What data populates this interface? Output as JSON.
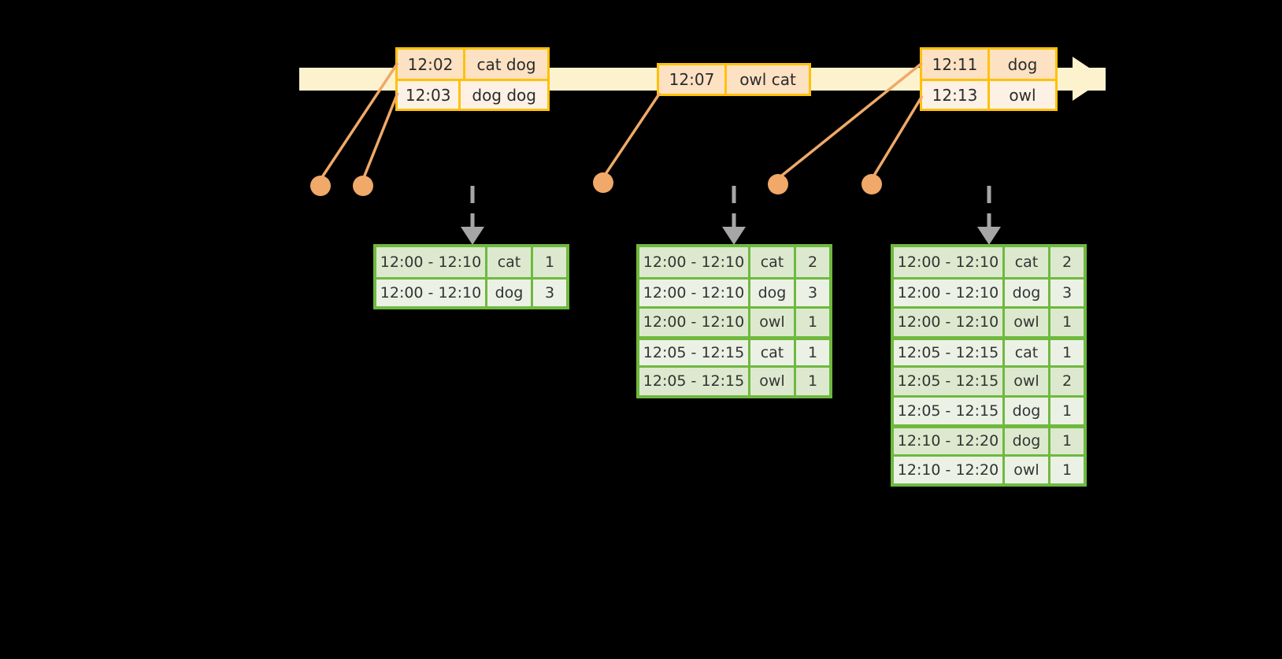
{
  "diagram": {
    "title": "sliding-window-aggregation-diagram",
    "colors": {
      "background": "#000000",
      "timeline_fill": "#FDF2CE",
      "event_border": "#FFC107",
      "event_shade_dark": "#FDE1C3",
      "event_shade_light": "#FDF1E5",
      "connector": "#F0A968",
      "arrow_gray": "#A6A6A6",
      "table_border": "#6FB93F",
      "table_shade_dark": "#DCE9CE",
      "table_shade_light": "#ECF1E6",
      "text": "#333333"
    }
  },
  "timeline": {
    "name": "event-timeline",
    "arrowhead": "timeline-arrowhead-right",
    "event_groups": [
      {
        "name": "event-group-1",
        "events": [
          {
            "time": "12:02",
            "words": "cat dog"
          },
          {
            "time": "12:03",
            "words": "dog dog"
          }
        ]
      },
      {
        "name": "event-group-2",
        "events": [
          {
            "time": "12:07",
            "words": "owl cat"
          }
        ]
      },
      {
        "name": "event-group-3",
        "events": [
          {
            "time": "12:11",
            "words": "dog"
          },
          {
            "time": "12:13",
            "words": "owl"
          }
        ]
      }
    ]
  },
  "connector_dots": [
    {
      "name": "connector-dot-1202"
    },
    {
      "name": "connector-dot-1203"
    },
    {
      "name": "connector-dot-1207"
    },
    {
      "name": "connector-dot-1211"
    },
    {
      "name": "connector-dot-1213"
    }
  ],
  "flow_arrows": [
    {
      "name": "flow-arrow-to-table-1"
    },
    {
      "name": "flow-arrow-to-table-2"
    },
    {
      "name": "flow-arrow-to-table-3"
    }
  ],
  "result_tables": [
    {
      "name": "result-table-1",
      "rows": [
        {
          "window": "12:00 - 12:10",
          "key": "cat",
          "count": "1",
          "group": 0
        },
        {
          "window": "12:00 - 12:10",
          "key": "dog",
          "count": "3",
          "group": 0
        }
      ]
    },
    {
      "name": "result-table-2",
      "rows": [
        {
          "window": "12:00 - 12:10",
          "key": "cat",
          "count": "2",
          "group": 0
        },
        {
          "window": "12:00 - 12:10",
          "key": "dog",
          "count": "3",
          "group": 0
        },
        {
          "window": "12:00 - 12:10",
          "key": "owl",
          "count": "1",
          "group": 0
        },
        {
          "window": "12:05 - 12:15",
          "key": "cat",
          "count": "1",
          "group": 1
        },
        {
          "window": "12:05 - 12:15",
          "key": "owl",
          "count": "1",
          "group": 1
        }
      ]
    },
    {
      "name": "result-table-3",
      "rows": [
        {
          "window": "12:00 - 12:10",
          "key": "cat",
          "count": "2",
          "group": 0
        },
        {
          "window": "12:00 - 12:10",
          "key": "dog",
          "count": "3",
          "group": 0
        },
        {
          "window": "12:00 - 12:10",
          "key": "owl",
          "count": "1",
          "group": 0
        },
        {
          "window": "12:05 - 12:15",
          "key": "cat",
          "count": "1",
          "group": 1
        },
        {
          "window": "12:05 - 12:15",
          "key": "owl",
          "count": "2",
          "group": 1
        },
        {
          "window": "12:05 - 12:15",
          "key": "dog",
          "count": "1",
          "group": 1
        },
        {
          "window": "12:10 - 12:20",
          "key": "dog",
          "count": "1",
          "group": 2
        },
        {
          "window": "12:10 - 12:20",
          "key": "owl",
          "count": "1",
          "group": 2
        }
      ]
    }
  ]
}
